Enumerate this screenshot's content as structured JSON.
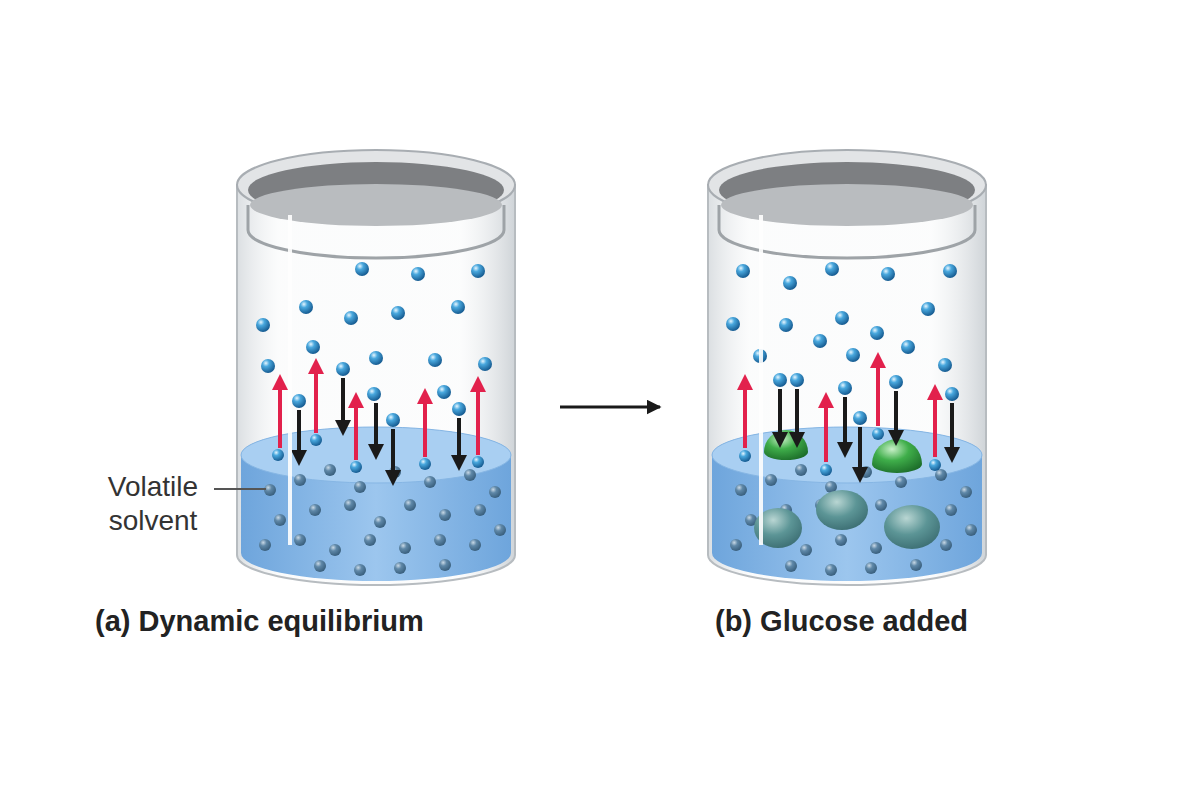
{
  "diagram": {
    "nodes": [
      {
        "text": [
          "(a) Dynamic equilibrium"
        ]
      },
      {
        "text": [
          "(b) Glucose added"
        ]
      }
    ],
    "edges": [
      {
        "from": 0,
        "to": 1,
        "arrow": "to"
      }
    ],
    "labels": [
      "Volatile solvent"
    ]
  }
}
